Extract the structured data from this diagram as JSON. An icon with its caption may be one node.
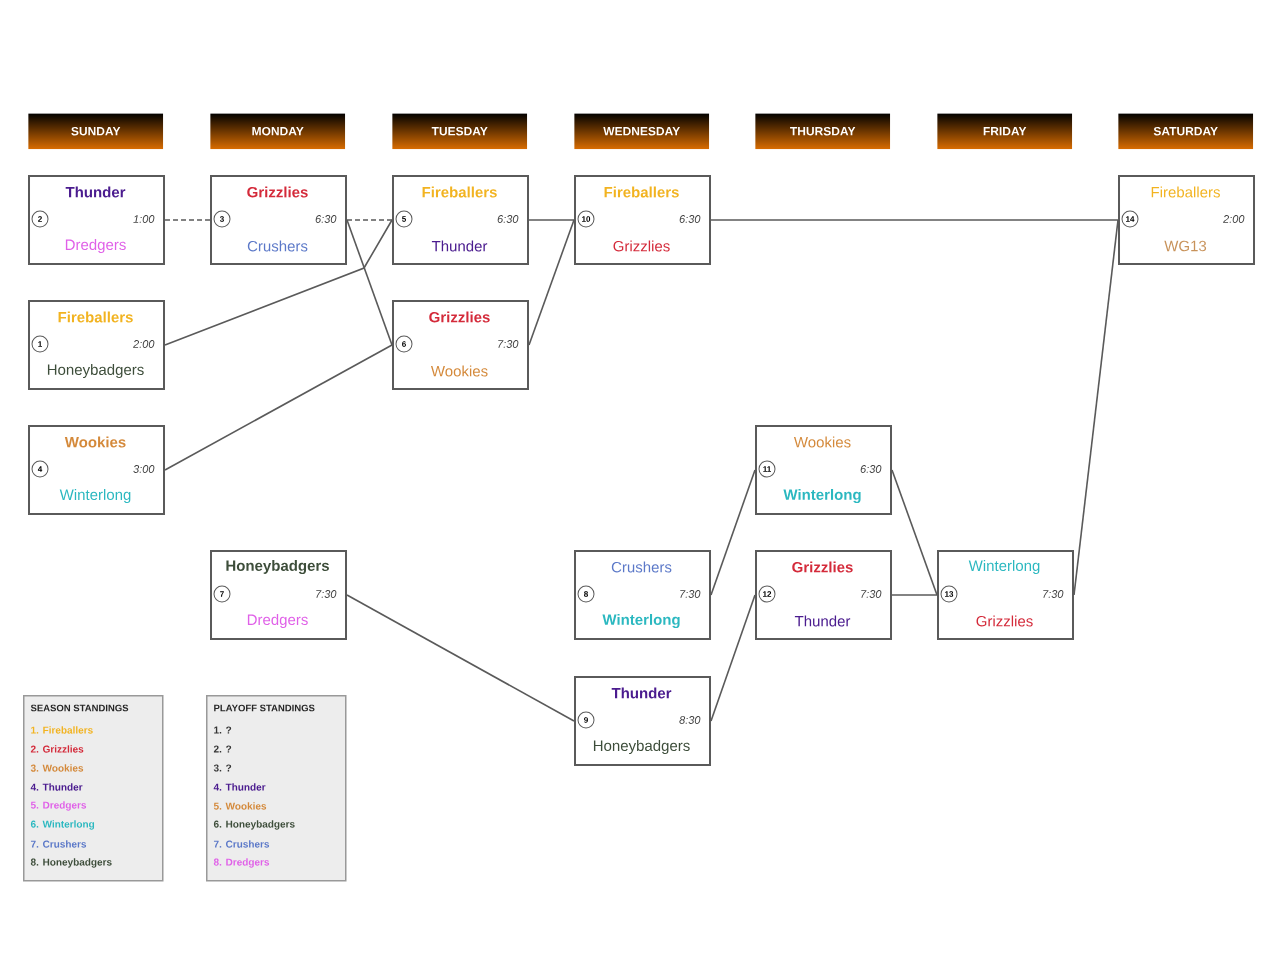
{
  "diagram": {
    "nodes": [
      {
        "text": [
          "SUNDAY"
        ]
      },
      {
        "text": [
          "MONDAY"
        ]
      },
      {
        "text": [
          "TUESDAY"
        ]
      },
      {
        "text": [
          "WEDNESDAY"
        ]
      },
      {
        "text": [
          "THURSDAY"
        ]
      },
      {
        "text": [
          "FRIDAY"
        ]
      },
      {
        "text": [
          "SATURDAY"
        ]
      },
      {
        "text": [
          "Thunder",
          "2",
          "1:00",
          "Dredgers"
        ]
      },
      {
        "text": [
          "Grizzlies",
          "3",
          "6:30",
          "Crushers"
        ]
      },
      {
        "text": [
          "Fireballers",
          "5",
          "6:30",
          "Thunder"
        ]
      },
      {
        "text": [
          "Fireballers",
          "10",
          "6:30",
          "Grizzlies"
        ]
      },
      {
        "text": [
          "Fireballers",
          "14",
          "2:00",
          "WG13"
        ]
      },
      {
        "text": [
          "Fireballers",
          "1",
          "2:00",
          "Honeybadgers"
        ]
      },
      {
        "text": [
          "Grizzlies",
          "6",
          "7:30",
          "Wookies"
        ]
      },
      {
        "text": [
          "Wookies",
          "4",
          "3:00",
          "Winterlong"
        ]
      },
      {
        "text": [
          "Wookies",
          "11",
          "6:30",
          "Winterlong"
        ]
      },
      {
        "text": [
          "Honeybadgers",
          "7",
          "7:30",
          "Dredgers"
        ]
      },
      {
        "text": [
          "Crushers",
          "8",
          "7:30",
          "Winterlong"
        ]
      },
      {
        "text": [
          "Grizzlies",
          "12",
          "7:30",
          "Thunder"
        ]
      },
      {
        "text": [
          "Winterlong",
          "13",
          "7:30",
          "Grizzlies"
        ]
      },
      {
        "text": [
          "Thunder",
          "9",
          "8:30",
          "Honeybadgers"
        ]
      },
      {
        "text": [
          "SEASON STANDINGS",
          "1. Fireballers",
          "2. Grizzlies",
          "3. Wookies",
          "4. Thunder",
          "5. Dredgers",
          "6. Winterlong",
          "7. Crushers",
          "8. Honeybadgers"
        ]
      },
      {
        "text": [
          "PLAYOFF STANDINGS",
          "1. ?",
          "2. ?",
          "3. ?",
          "4. Thunder",
          "5. Wookies",
          "6. Honeybadgers",
          "7. Crushers",
          "8. Dredgers"
        ]
      }
    ],
    "edges": [
      {
        "from": 7,
        "to": 8,
        "arrow": "none",
        "style": "dashed"
      },
      {
        "from": 8,
        "to": 9,
        "arrow": "none",
        "style": "dashed"
      },
      {
        "from": 12,
        "to": 9,
        "arrow": "none"
      },
      {
        "from": 8,
        "to": 13,
        "arrow": "none"
      },
      {
        "from": 14,
        "to": 13,
        "arrow": "none"
      },
      {
        "from": 9,
        "to": 10,
        "arrow": "none"
      },
      {
        "from": 13,
        "to": 10,
        "arrow": "none"
      },
      {
        "from": 10,
        "to": 11,
        "arrow": "none"
      },
      {
        "from": 16,
        "to": 20,
        "arrow": "none"
      },
      {
        "from": 17,
        "to": 15,
        "arrow": "none"
      },
      {
        "from": 20,
        "to": 18,
        "arrow": "none"
      },
      {
        "from": 15,
        "to": 19,
        "arrow": "none"
      },
      {
        "from": 18,
        "to": 19,
        "arrow": "none"
      },
      {
        "from": 19,
        "to": 11,
        "arrow": "none"
      }
    ]
  }
}
